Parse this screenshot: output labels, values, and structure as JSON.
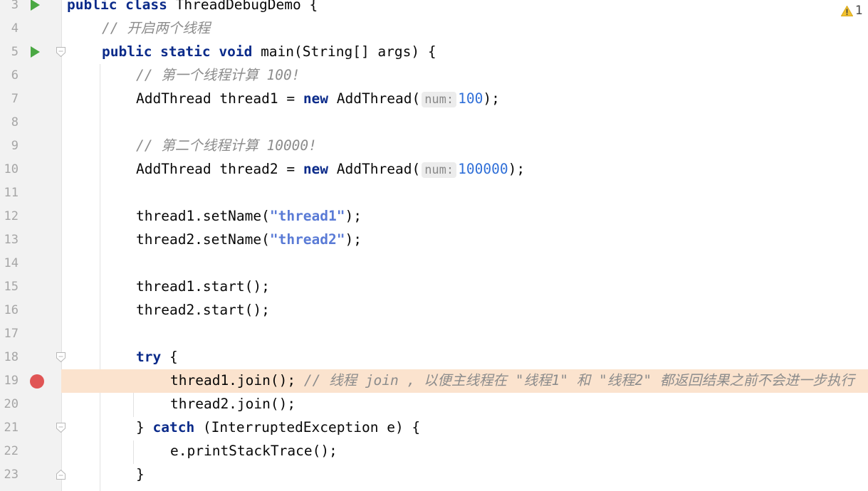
{
  "status": {
    "warning_count": "1"
  },
  "lines": [
    {
      "num": "3",
      "text": "public class ThreadDebugDemo {"
    },
    {
      "num": "4",
      "text": "// 开启两个线程"
    },
    {
      "num": "5",
      "text": "public static void main(String[] args) {"
    },
    {
      "num": "6",
      "text": "// 第一个线程计算 100!"
    },
    {
      "num": "7",
      "pre": "AddThread thread1 = new AddThread(",
      "hint": "num:",
      "value": "100",
      "post": ");"
    },
    {
      "num": "8"
    },
    {
      "num": "9",
      "text": "// 第二个线程计算 10000!"
    },
    {
      "num": "10",
      "pre": "AddThread thread2 = new AddThread(",
      "hint": "num:",
      "value": "100000",
      "post": ");"
    },
    {
      "num": "11"
    },
    {
      "num": "12",
      "pre": "thread1.setName(",
      "str": "\"thread1\"",
      "post": ");"
    },
    {
      "num": "13",
      "pre": "thread2.setName(",
      "str": "\"thread2\"",
      "post": ");"
    },
    {
      "num": "14"
    },
    {
      "num": "15",
      "text": "thread1.start();"
    },
    {
      "num": "16",
      "text": "thread2.start();"
    },
    {
      "num": "17"
    },
    {
      "num": "18",
      "text": "try {"
    },
    {
      "num": "19",
      "text": "thread1.join();",
      "comment": "// 线程 join , 以便主线程在 \"线程1\" 和 \"线程2\" 都返回结果之前不会进一步执行"
    },
    {
      "num": "20",
      "text": "thread2.join();"
    },
    {
      "num": "21",
      "text": "} catch (InterruptedException e) {"
    },
    {
      "num": "22",
      "text": "e.printStackTrace();"
    },
    {
      "num": "23",
      "text": "}"
    }
  ]
}
